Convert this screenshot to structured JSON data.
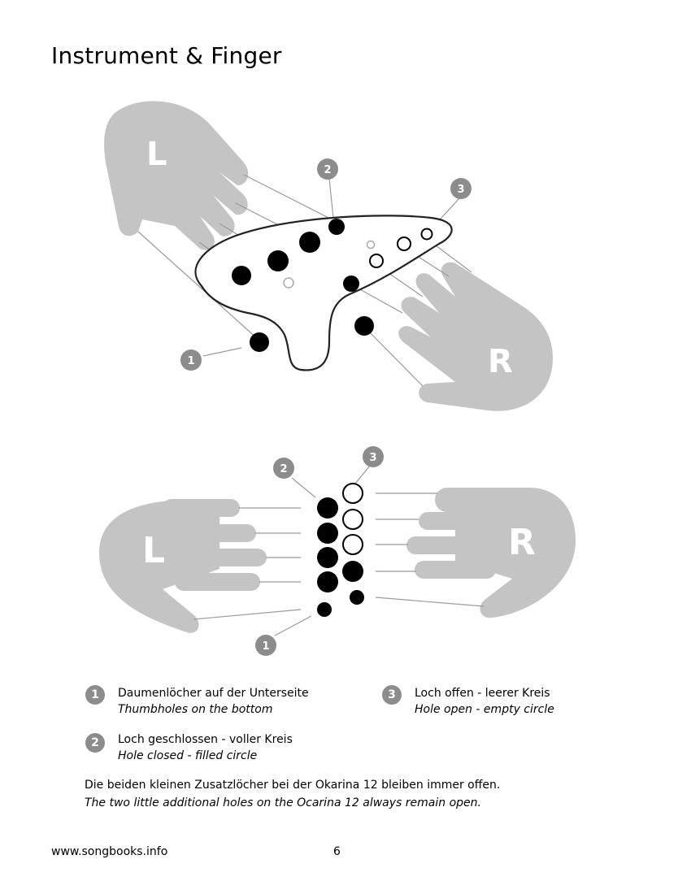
{
  "page": {
    "title": "Instrument & Finger"
  },
  "figure_top": {
    "left_hand_label": "L",
    "right_hand_label": "R",
    "badges": [
      "1",
      "2",
      "3"
    ]
  },
  "figure_bottom": {
    "left_hand_label": "L",
    "right_hand_label": "R",
    "badges": [
      "1",
      "2",
      "3"
    ]
  },
  "legend": [
    {
      "number": "1",
      "de": "Daumenlöcher auf der Unterseite",
      "en": "Thumbholes on the bottom"
    },
    {
      "number": "2",
      "de": "Loch geschlossen - voller Kreis",
      "en": "Hole closed - filled circle"
    },
    {
      "number": "3",
      "de": "Loch offen - leerer Kreis",
      "en": "Hole open - empty circle"
    }
  ],
  "note": {
    "de": "Die beiden kleinen Zusatzlöcher bei der Okarina 12 bleiben immer offen.",
    "en": "The two little additional holes on the Ocarina 12 always remain open."
  },
  "footer": {
    "url": "www.songbooks.info",
    "page_number": "6"
  },
  "colors": {
    "hand": "#c4c4c4",
    "badge": "#8c8c8c",
    "hole_filled": "#000000",
    "hole_open": "#ffffff",
    "leader_line": "#9a9a9a"
  }
}
